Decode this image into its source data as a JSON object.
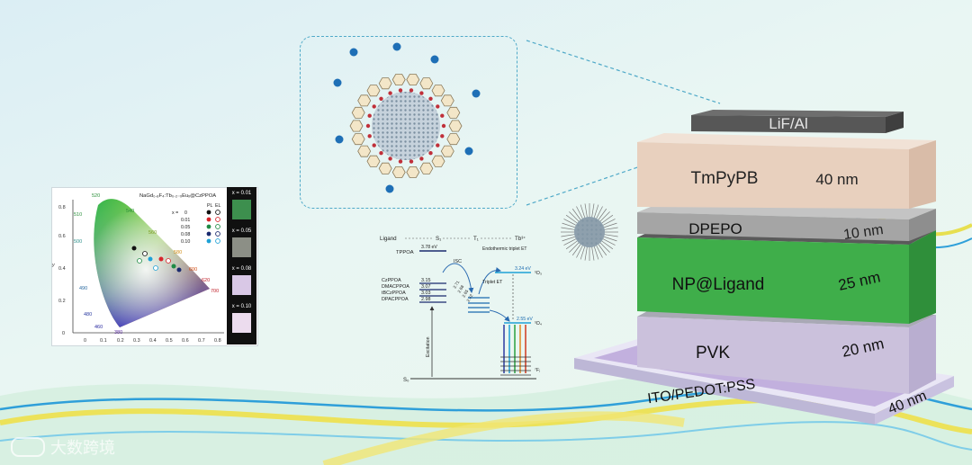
{
  "cie_panel": {
    "title": "NaGd₀.₈F₄:Tb₀.₂₋ₓEuₓ@CzPPOA",
    "axis_x": "x",
    "axis_y": "y",
    "x_ticks": [
      "0",
      "0.1",
      "0.2",
      "0.3",
      "0.4",
      "0.5",
      "0.6",
      "0.7",
      "0.8"
    ],
    "y_ticks": [
      "0",
      "0.2",
      "0.4",
      "0.6",
      "0.8"
    ],
    "wavelengths": [
      "520",
      "540",
      "510",
      "560",
      "500",
      "580",
      "600",
      "620",
      "700",
      "490",
      "480",
      "460",
      "380"
    ],
    "legend_header": [
      "PL",
      "EL"
    ],
    "legend_x_prefix": "x =",
    "legend_values": [
      "0",
      "0.01",
      "0.05",
      "0.08",
      "0.10"
    ],
    "legend_colors": [
      "#111111",
      "#d8242b",
      "#1e8a44",
      "#1a2a6e",
      "#1ea1d6"
    ],
    "swatch_labels": [
      "x = 0.01",
      "x = 0.05",
      "x = 0.08",
      "x = 0.10"
    ],
    "swatch_colors": [
      "#3d8f4e",
      "#8c8f86",
      "#d9c8e6",
      "#ecdcee"
    ]
  },
  "energy_diagram": {
    "header_ligand": "Ligand",
    "header_s1": "S₁",
    "header_t1": "T₁",
    "header_tb": "Tb³⁺",
    "tppoa_label": "TPPOA",
    "tppoa_value": "3.78 eV",
    "ligands": [
      "CzPPOA",
      "DMACPPOA",
      "tBCzPPOA",
      "DPACPPOA"
    ],
    "ligand_values": [
      "3.15",
      "3.07",
      "3.03",
      "2.98"
    ],
    "isc_label": "ISC",
    "endothermic_label": "Endothermic triplet ET",
    "triplet_et_label": "Triplet ET",
    "level_d3": "3.24 eV",
    "level_d3_name": "⁵D₃",
    "level_d4": "2.55 eV",
    "level_d4_name": "⁵D₄",
    "level_f": "⁷Fⱼ",
    "excitation_label": "Excitation",
    "s0_label": "S₀",
    "t1_values": [
      "2.71",
      "2.68",
      "2.65",
      "2.62"
    ]
  },
  "device": {
    "cathode": "LiF/Al",
    "etl": "TmPyPB",
    "etl_thickness": "40 nm",
    "hbl": "DPEPO",
    "hbl_thickness": "10 nm",
    "eml": "NP@Ligand",
    "eml_thickness": "25 nm",
    "htl": "PVK",
    "htl_thickness": "20 nm",
    "anode": "ITO/PEDOT:PSS",
    "anode_thickness": "40 nm"
  },
  "watermark": "大数跨境",
  "colors": {
    "cathode": "#595959",
    "etl": "#e9d3c3",
    "hbl": "#a9a9a9",
    "eml": "#3fae4a",
    "htl": "#c9bfdc",
    "anode": "#dcdff0"
  }
}
